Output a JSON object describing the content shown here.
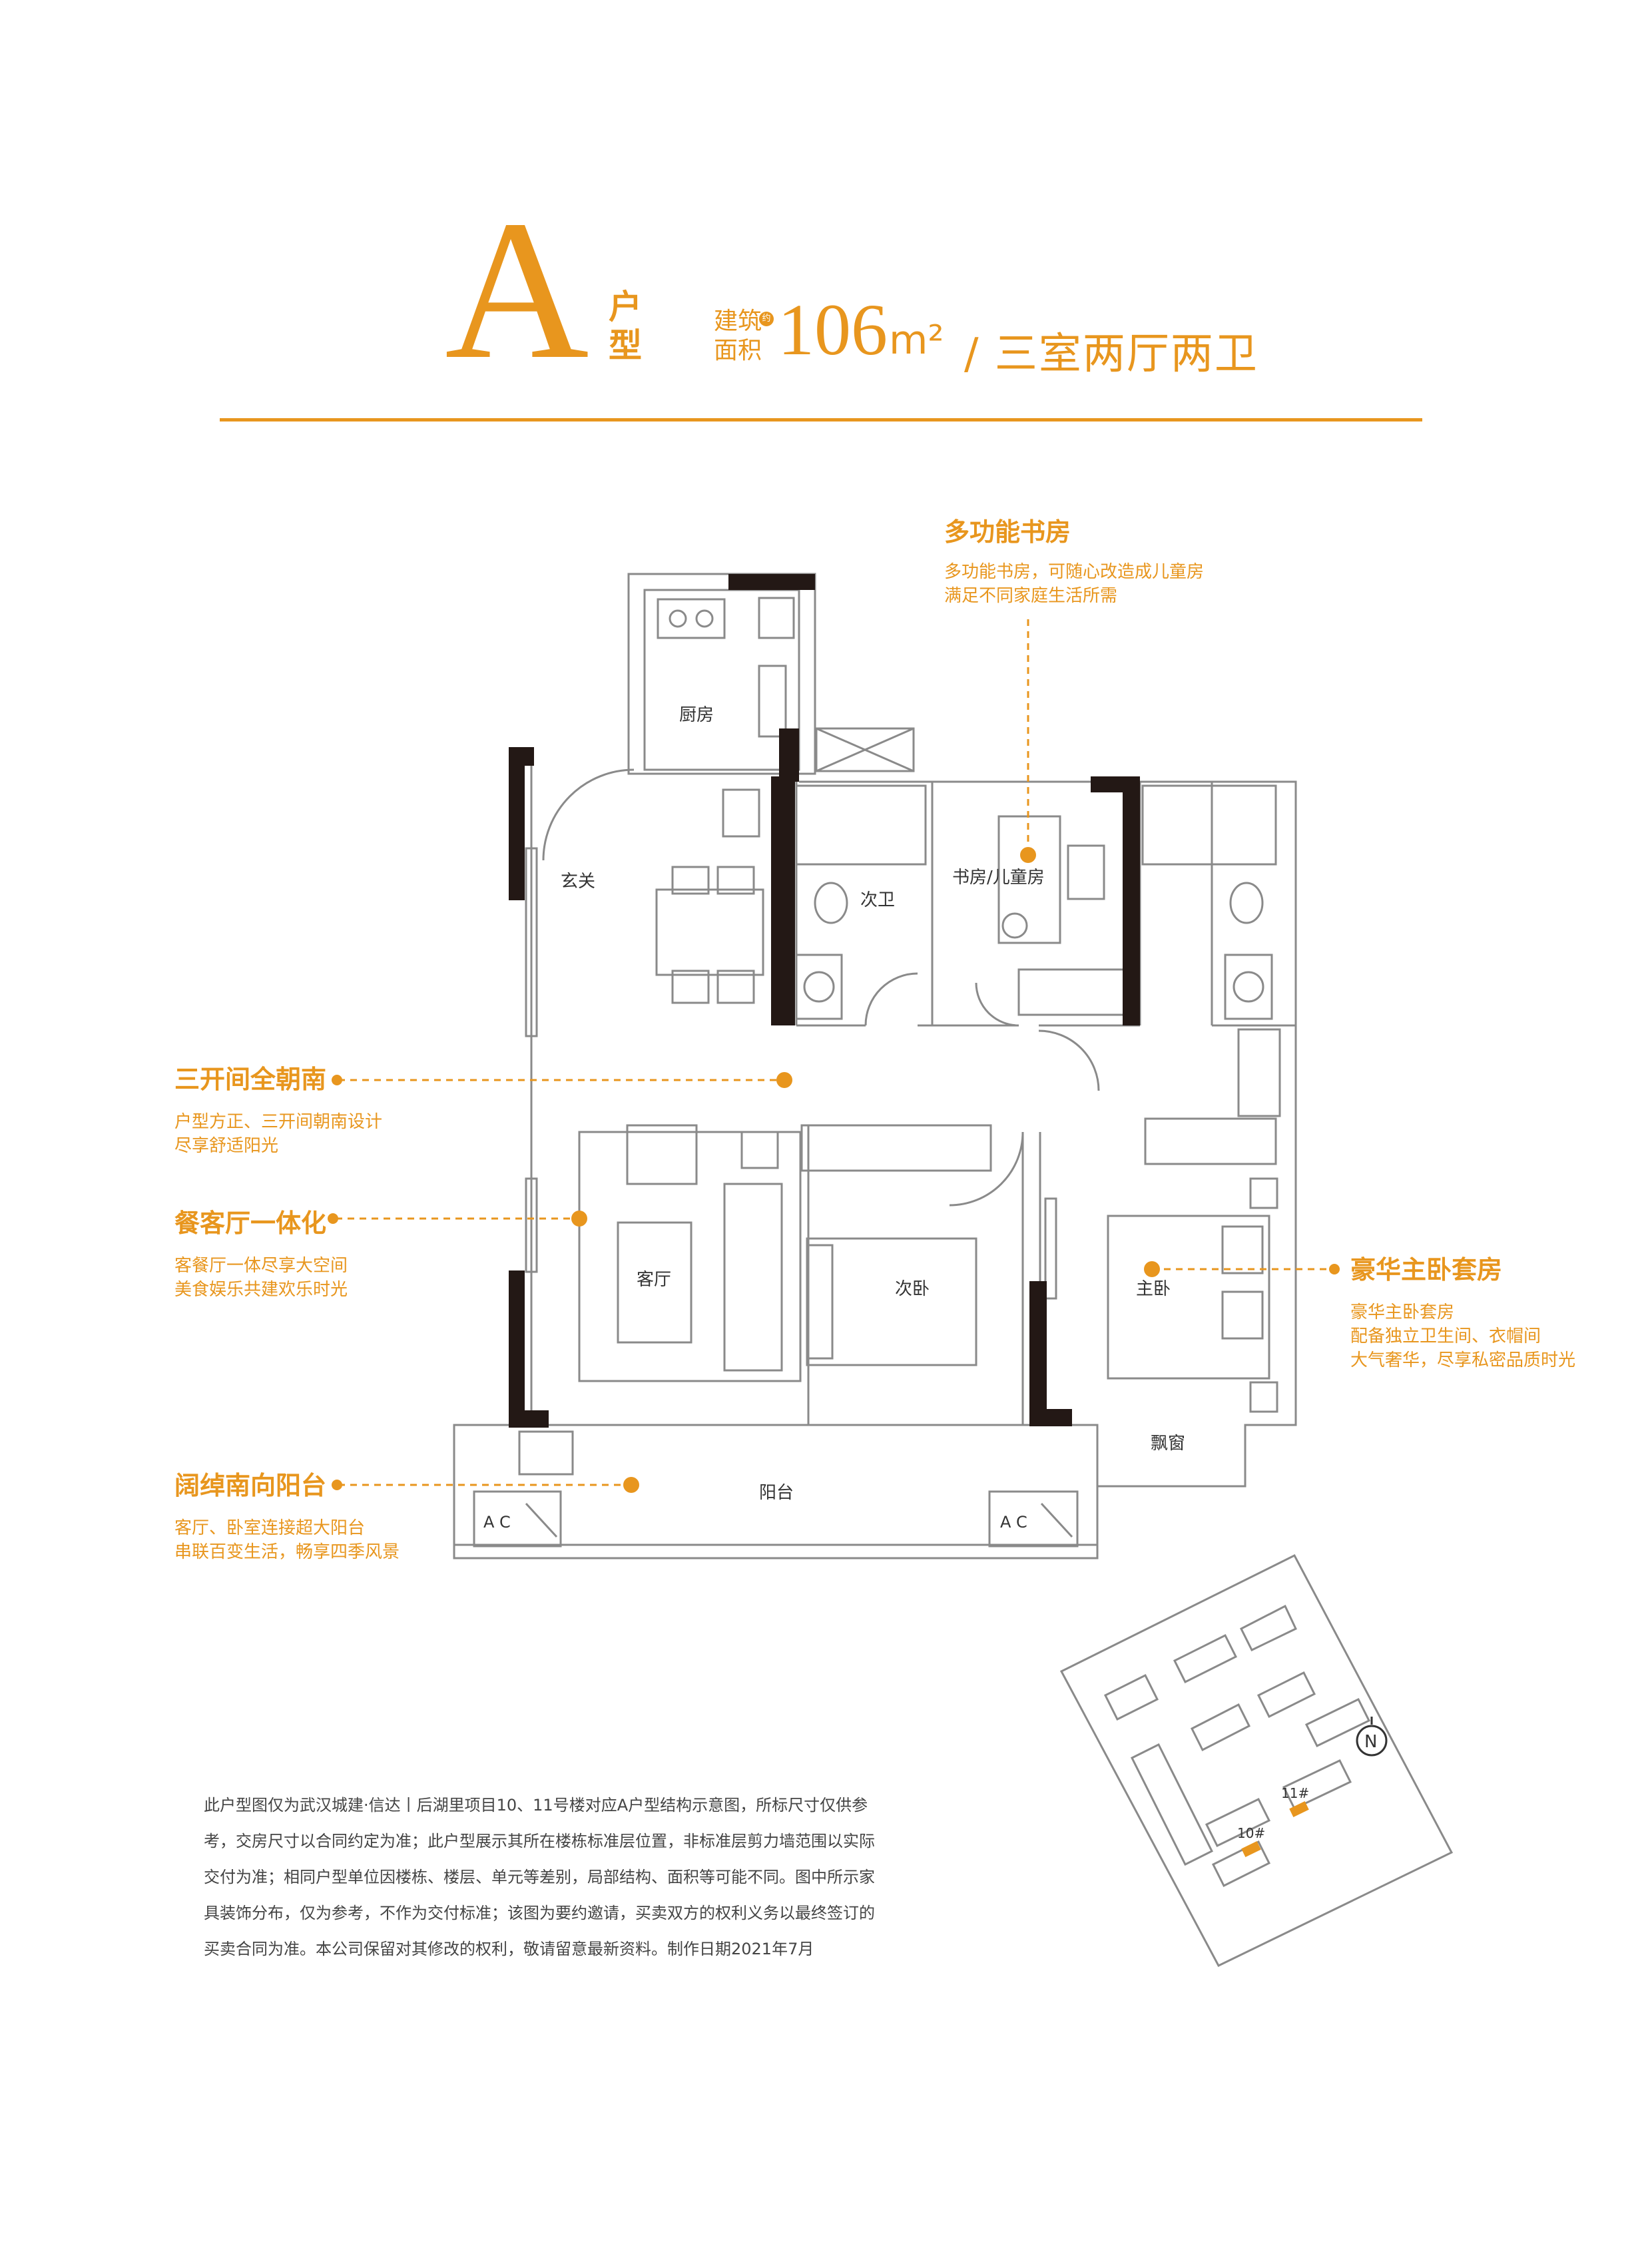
{
  "header": {
    "unit_letter": "A",
    "unit_word": [
      "户",
      "型"
    ],
    "area_label": [
      "建筑",
      "面积"
    ],
    "area_approx": "约",
    "area_value": "106",
    "area_unit": "m²",
    "layout_desc": "/ 三室两厅两卫"
  },
  "callouts": {
    "study": {
      "title": "多功能书房",
      "lines": [
        "多功能书房，可随心改造成儿童房",
        "满足不同家庭生活所需"
      ]
    },
    "south": {
      "title": "三开间全朝南",
      "lines": [
        "户型方正、三开间朝南设计",
        "尽享舒适阳光"
      ]
    },
    "living": {
      "title": "餐客厅一体化",
      "lines": [
        "客餐厅一体尽享大空间",
        "美食娱乐共建欢乐时光"
      ]
    },
    "balcony": {
      "title": "阔绰南向阳台",
      "lines": [
        "客厅、卧室连接超大阳台",
        "串联百变生活，畅享四季风景"
      ]
    },
    "master": {
      "title": "豪华主卧套房",
      "lines": [
        "豪华主卧套房",
        "配备独立卫生间、衣帽间",
        "大气奢华，尽享私密品质时光"
      ]
    }
  },
  "rooms": {
    "kitchen": "厨房",
    "entrance": "玄关",
    "second_bath": "次卫",
    "study": "书房/儿童房",
    "living": "客厅",
    "second_bed": "次卧",
    "master_bed": "主卧",
    "bay_window": "飘窗",
    "balcony": "阳台",
    "ac_left": "A    C",
    "ac_right": "A    C"
  },
  "site_map": {
    "north": "N",
    "building_10": "10#",
    "building_11": "11#"
  },
  "disclaimer": [
    "此户型图仅为武汉城建·信达丨后湖里项目10、11号楼对应A户型结构示意图，所标尺寸仅供参",
    "考，交房尺寸以合同约定为准；此户型展示其所在楼栋标准层位置，非标准层剪力墙范围以实际",
    "交付为准；相同户型单位因楼栋、楼层、单元等差别，局部结构、面积等可能不同。图中所示家",
    "具装饰分布，仅为参考，不作为交付标准；该图为要约邀请，买卖双方的权利义务以最终签订的",
    "买卖合同为准。本公司保留对其修改的权利，敬请留意最新资料。制作日期2021年7月"
  ],
  "colors": {
    "accent": "#e8961e",
    "wall": "#231815",
    "line": "#8a8a8a"
  }
}
